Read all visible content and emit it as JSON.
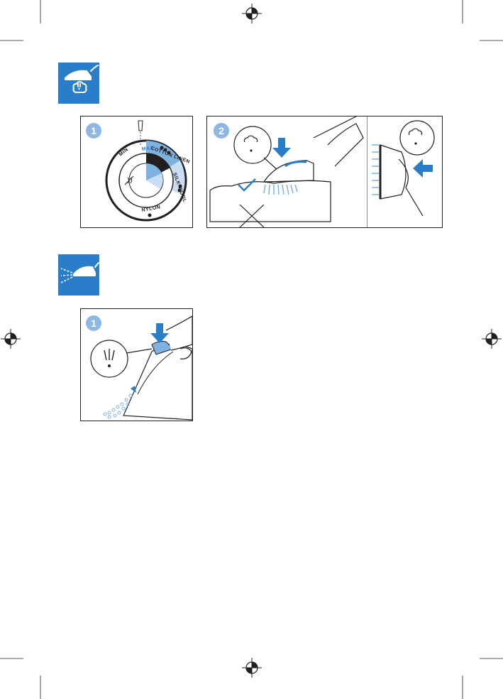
{
  "colors": {
    "accent_blue": "#2a7ec9",
    "light_blue": "#7eb2e0",
    "pale_blue": "#c9def2",
    "ink": "#231f20",
    "number_badge": "#8fb7e3"
  },
  "icons": {
    "steam_section": "steam-iron-icon",
    "spray_section": "spray-iron-icon",
    "registration_mark": "registration-crosshair-icon"
  },
  "steps": {
    "steam_step1": {
      "number": "1"
    },
    "steam_step2": {
      "number": "2"
    },
    "spray_step1": {
      "number": "1"
    }
  },
  "dial": {
    "min": "MIN",
    "max": "MAX",
    "cotton_linen": "COTTON LINEN",
    "silk_wool": "SILK WOOL",
    "nylon": "NYLON"
  }
}
